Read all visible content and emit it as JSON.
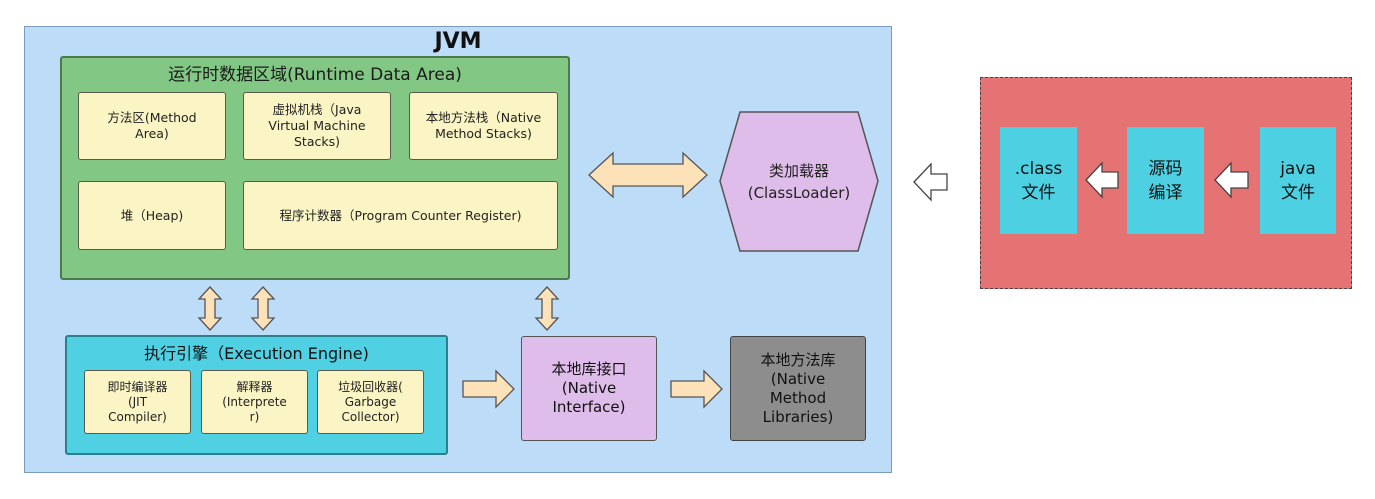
{
  "diagram": {
    "jvm_title": "JVM",
    "runtime_data_area": {
      "title": "运行时数据区域(Runtime Data Area)",
      "method_area": "方法区(Method\nArea)",
      "jvm_stacks": "虚拟机栈（Java\nVirtual Machine\nStacks)",
      "native_method_stacks": "本地方法栈（Native\nMethod Stacks)",
      "heap": "堆（Heap)",
      "pc_register": "程序计数器（Program Counter Register)"
    },
    "class_loader": "类加载器\n(ClassLoader)",
    "execution_engine": {
      "title": "执行引擎（Execution Engine)",
      "jit": "即时编译器\n(JIT\nCompiler)",
      "interpreter": "解释器\n(Interprete\nr)",
      "gc": "垃圾回收器(\nGarbage\nCollector)"
    },
    "native_interface": "本地库接口\n(Native\nInterface)",
    "native_libraries": "本地方法库\n(Native\nMethod\nLibraries)",
    "compile_flow": {
      "class_file": ".class\n文件",
      "compile": "源码\n编译",
      "java_file": "java\n文件"
    },
    "colors": {
      "jvm_bg": "#bddcf8",
      "runtime_area": "#82c784",
      "memory_box": "#fbf4c4",
      "execution_engine": "#4fd0e3",
      "native_interface": "#dfbdea",
      "native_libraries": "#8d8d8d",
      "compile_bg": "#e57373",
      "compile_box": "#4dd0e1",
      "arrow_fill": "#fde1b8"
    }
  }
}
